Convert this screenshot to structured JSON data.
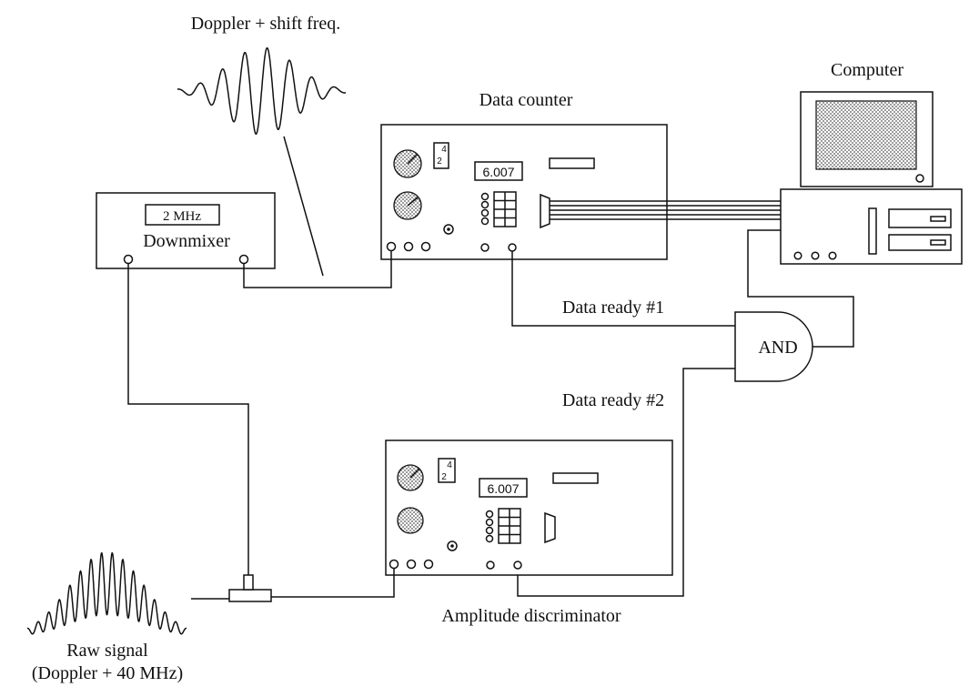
{
  "labels": {
    "doppler_shift": "Doppler + shift freq.",
    "computer": "Computer",
    "data_counter": "Data counter",
    "downmixer": "Downmixer",
    "downmixer_display": "2 MHz",
    "data_ready_1": "Data ready #1",
    "data_ready_2": "Data ready #2",
    "and_gate": "AND",
    "amplitude_discriminator": "Amplitude discriminator",
    "raw_signal_line1": "Raw signal",
    "raw_signal_line2": "(Doppler + 40 MHz)"
  },
  "instruments": {
    "counter_display": "6.007",
    "counter_range_top": "4",
    "counter_range_bottom": "2",
    "discriminator_display": "6.007",
    "discriminator_range_top": "4",
    "discriminator_range_bottom": "2"
  },
  "styles": {
    "ink": "#111111",
    "stipple": "#8a8a8a",
    "background": "#ffffff"
  }
}
